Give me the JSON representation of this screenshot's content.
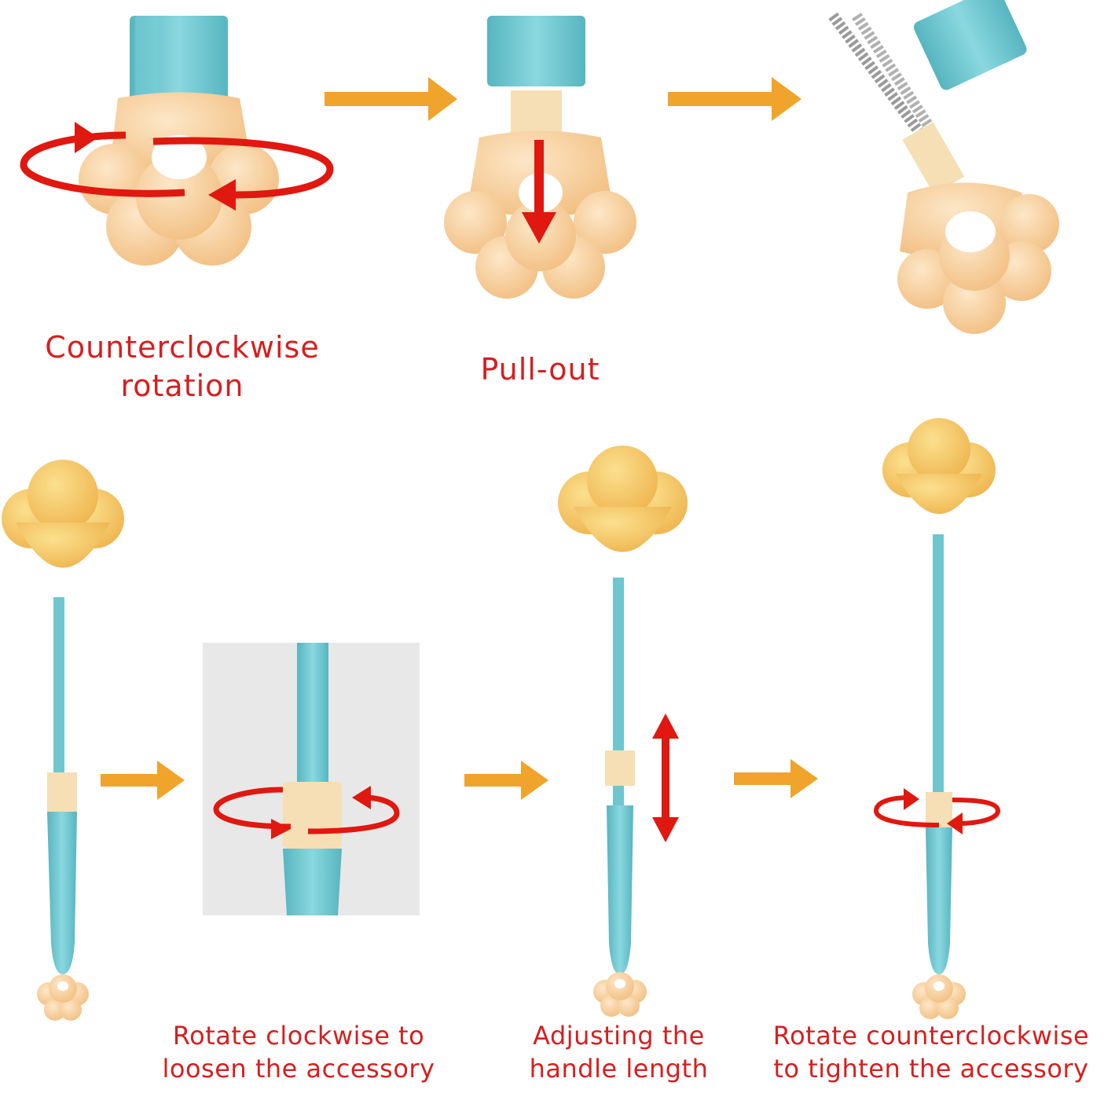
{
  "steps_top": [
    {
      "caption_lines": [
        "Counterclockwise",
        "rotation"
      ]
    },
    {
      "caption_lines": [
        "Pull-out"
      ]
    },
    {
      "caption_lines": []
    }
  ],
  "steps_bottom": [
    {
      "caption_lines": []
    },
    {
      "caption_lines": [
        "Rotate clockwise to",
        "loosen the accessory"
      ]
    },
    {
      "caption_lines": [
        "Adjusting the",
        "handle length"
      ]
    },
    {
      "caption_lines": [
        "Rotate counterclockwise",
        "to tighten the accessory"
      ]
    }
  ],
  "colors": {
    "caption_red": "#d61f1f",
    "arrow_orange": "#f0a42b",
    "action_red": "#e0180f",
    "handle_teal": "#6fc6cf",
    "paw_peach": "#f7cf9c",
    "brush_yellow": "#f7c860",
    "collar_cream": "#f6dfb4",
    "inset_gray": "#e8e8e8"
  },
  "icons": [
    "flow-arrow-icon",
    "rotate-arrow-icon",
    "pull-arrow-icon",
    "double-arrow-icon",
    "paw-handle-icon",
    "paw-brush-icon"
  ]
}
